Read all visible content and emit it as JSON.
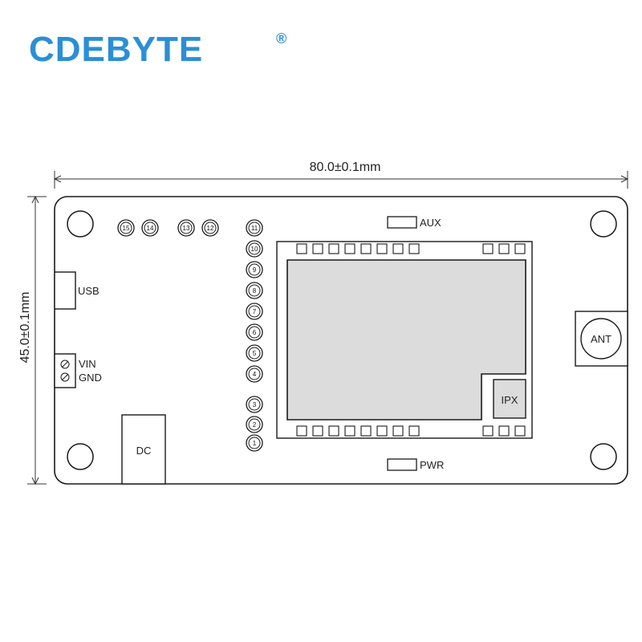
{
  "brand": {
    "name": "CDEBYTE",
    "registered_mark": "®",
    "color": "#2b8fd6"
  },
  "dimensions": {
    "width_label": "80.0±0.1mm",
    "height_label": "45.0±0.1mm"
  },
  "board": {
    "connectors": {
      "usb": "USB",
      "vin": "VIN",
      "gnd": "GND",
      "dc": "DC",
      "ant": "ANT",
      "ipx": "IPX"
    },
    "leds": {
      "aux": "AUX",
      "pwr": "PWR"
    },
    "top_pins": [
      "15",
      "14",
      "13",
      "12"
    ],
    "header_pins": [
      "11",
      "10",
      "9",
      "8",
      "7",
      "6",
      "5",
      "4",
      "3",
      "2",
      "1"
    ]
  },
  "colors": {
    "outline": "#1a1a1a",
    "module_fill": "#dcdcdc",
    "shield_fill": "#ffffff"
  }
}
